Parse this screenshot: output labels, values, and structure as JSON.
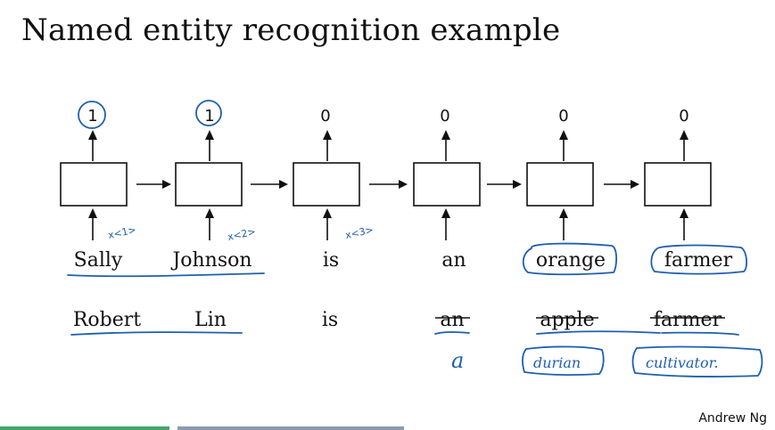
{
  "title": "Named entity recognition example",
  "outputs": [
    "1",
    "1",
    "0",
    "0",
    "0",
    "0"
  ],
  "input_labels": [
    "x<1>",
    "x<2>",
    "x<3>"
  ],
  "sentence_1": [
    "Sally",
    "Johnson",
    "is",
    "an",
    "orange",
    "farmer"
  ],
  "sentence_2": [
    "Robert",
    "Lin",
    "is",
    "an",
    "apple",
    "farmer"
  ],
  "handwritten_replacements": [
    "a",
    "durian",
    "cultivator."
  ],
  "author": "Andrew Ng"
}
